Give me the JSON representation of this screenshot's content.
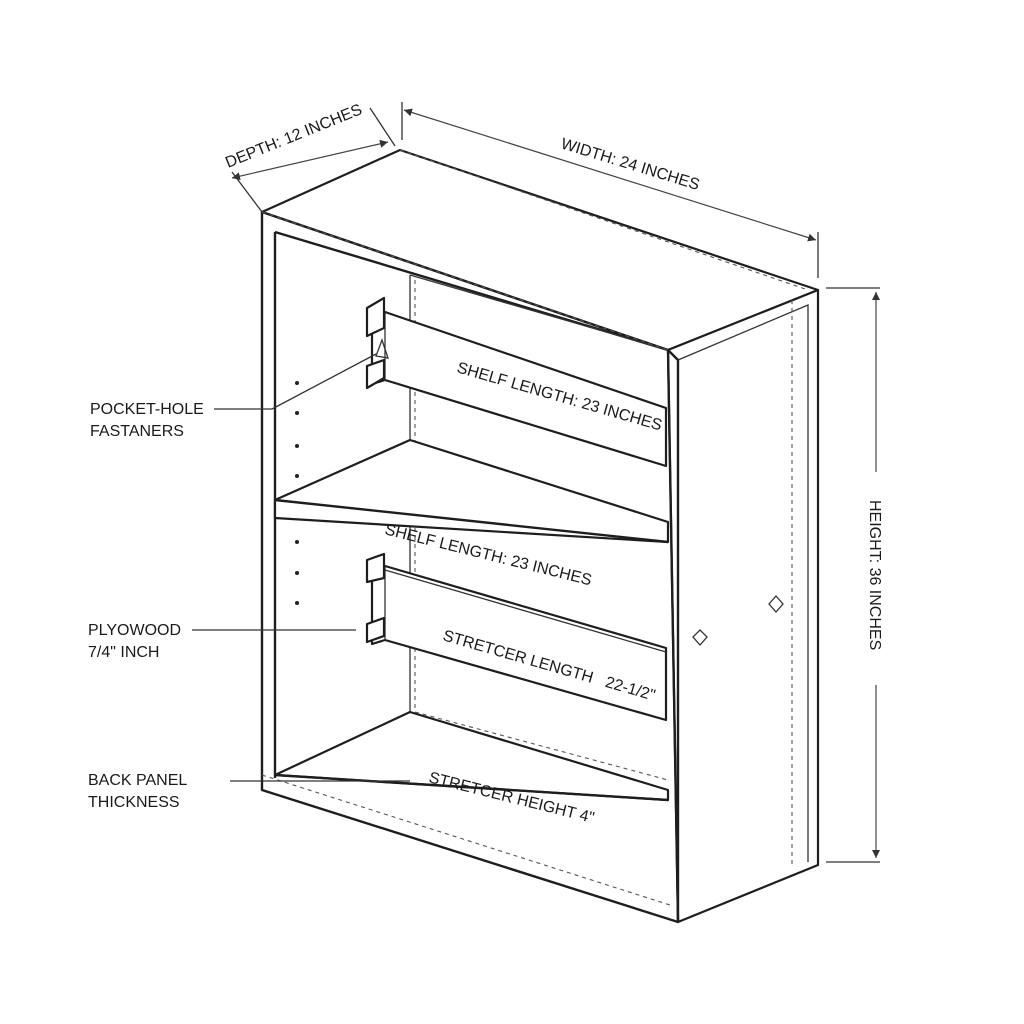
{
  "dimensions": {
    "depth": "DEPTH: 12 INCHES",
    "width": "WIDTH: 24 INCHES",
    "height": "HEIGHT: 36 INCHES"
  },
  "labels": {
    "shelf_upper": "SHELF LENGTH: 23 INCHES",
    "shelf_lower": "SHELF LENGTH: 23 INCHES",
    "stretcher_length": "STRETCER LENGTH   22-1/2\"",
    "stretcher_height": "STRETCER HEIGHT 4\"",
    "pocket_hole_line1": "POCKET-HOLE",
    "pocket_hole_line2": "FASTANERS",
    "plywood_line1": "PLYOWOOD",
    "plywood_line2": "7/4\" INCH",
    "back_panel_line1": "BACK PANEL",
    "back_panel_line2": "THICKNESS"
  },
  "icons": {
    "fastener_marker": "diamond-icon"
  }
}
